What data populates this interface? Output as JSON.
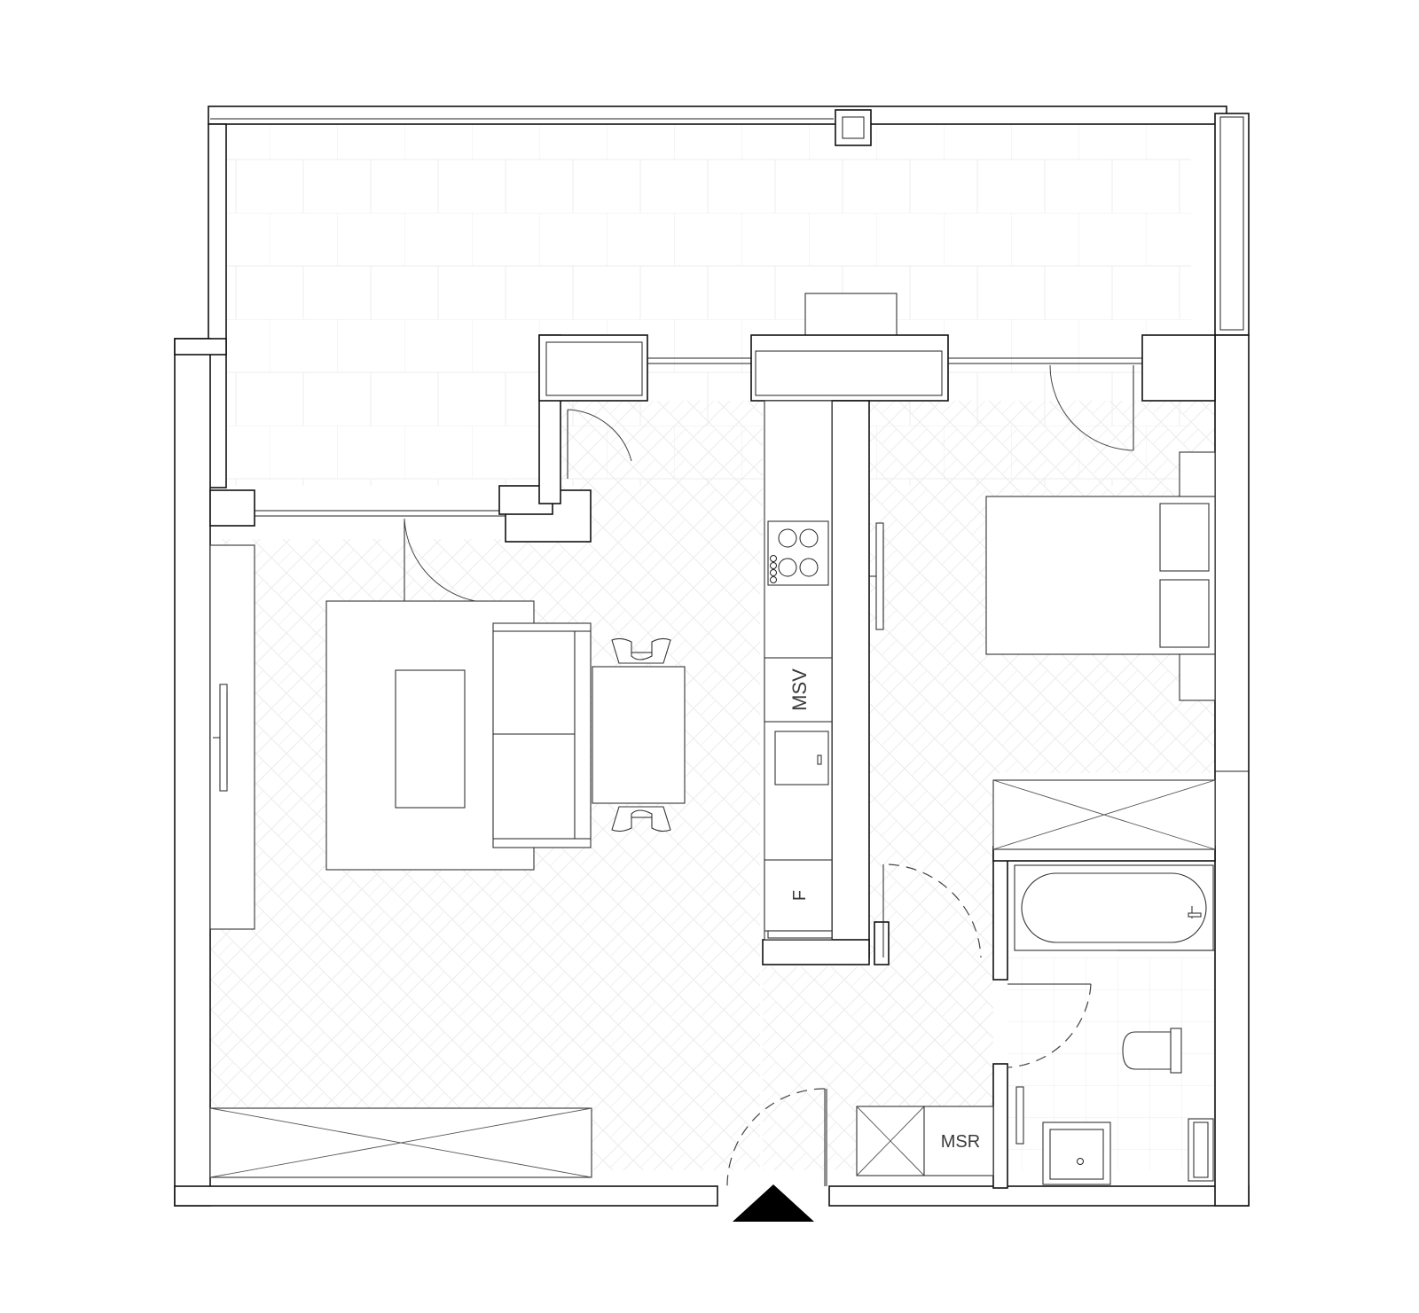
{
  "plan": {
    "labels": {
      "msv": "MSV",
      "msr": "MSR",
      "fridge": "F"
    }
  }
}
